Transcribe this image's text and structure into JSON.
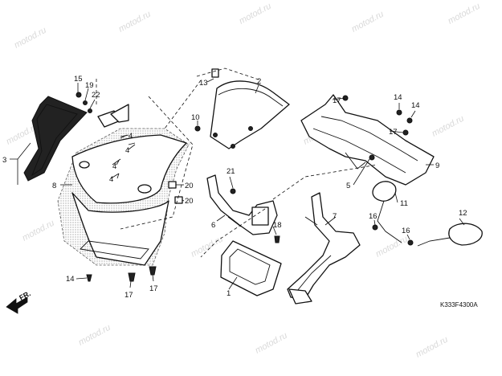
{
  "watermark": "motod.ru",
  "diagram_code": "K333F4300A",
  "direction_label": "FR.",
  "callouts": {
    "c1": "1",
    "c2": "2",
    "c3": "3",
    "c4a": "4",
    "c4b": "4",
    "c4c": "4",
    "c4d": "4",
    "c5": "5",
    "c6": "6",
    "c7": "7",
    "c8": "8",
    "c9": "9",
    "c10": "10",
    "c11": "11",
    "c12": "12",
    "c13": "13",
    "c14a": "14",
    "c14b": "14",
    "c14c": "14",
    "c15": "15",
    "c16a": "16",
    "c16b": "16",
    "c17a": "17",
    "c17b": "17",
    "c17c": "17",
    "c17d": "17",
    "c18": "18",
    "c19": "19",
    "c20a": "20",
    "c20b": "20",
    "c21": "21",
    "c22": "22"
  }
}
